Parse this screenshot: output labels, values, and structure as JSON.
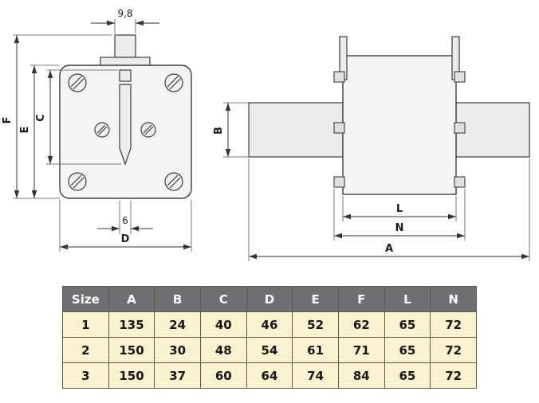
{
  "drawing": {
    "front_view": {
      "knob_width_dim": "9,8",
      "dim_f": "F",
      "dim_e": "E",
      "dim_c": "C",
      "blade_width_dim": "6",
      "dim_d": "D"
    },
    "side_view": {
      "dim_b": "B",
      "dim_l": "L",
      "dim_n": "N",
      "dim_a": "A"
    }
  },
  "table": {
    "headers": [
      "Size",
      "A",
      "B",
      "C",
      "D",
      "E",
      "F",
      "L",
      "N"
    ],
    "rows": [
      [
        "1",
        "135",
        "24",
        "40",
        "46",
        "52",
        "62",
        "65",
        "72"
      ],
      [
        "2",
        "150",
        "30",
        "48",
        "54",
        "61",
        "71",
        "65",
        "72"
      ],
      [
        "3",
        "150",
        "37",
        "60",
        "64",
        "74",
        "84",
        "65",
        "72"
      ]
    ]
  },
  "colors": {
    "header_bg": "#6e6f72",
    "header_text": "#ffffff",
    "row_bg": "#f9f2cf",
    "table_border": "#5d5d3f",
    "line": "#3d3d3d"
  }
}
